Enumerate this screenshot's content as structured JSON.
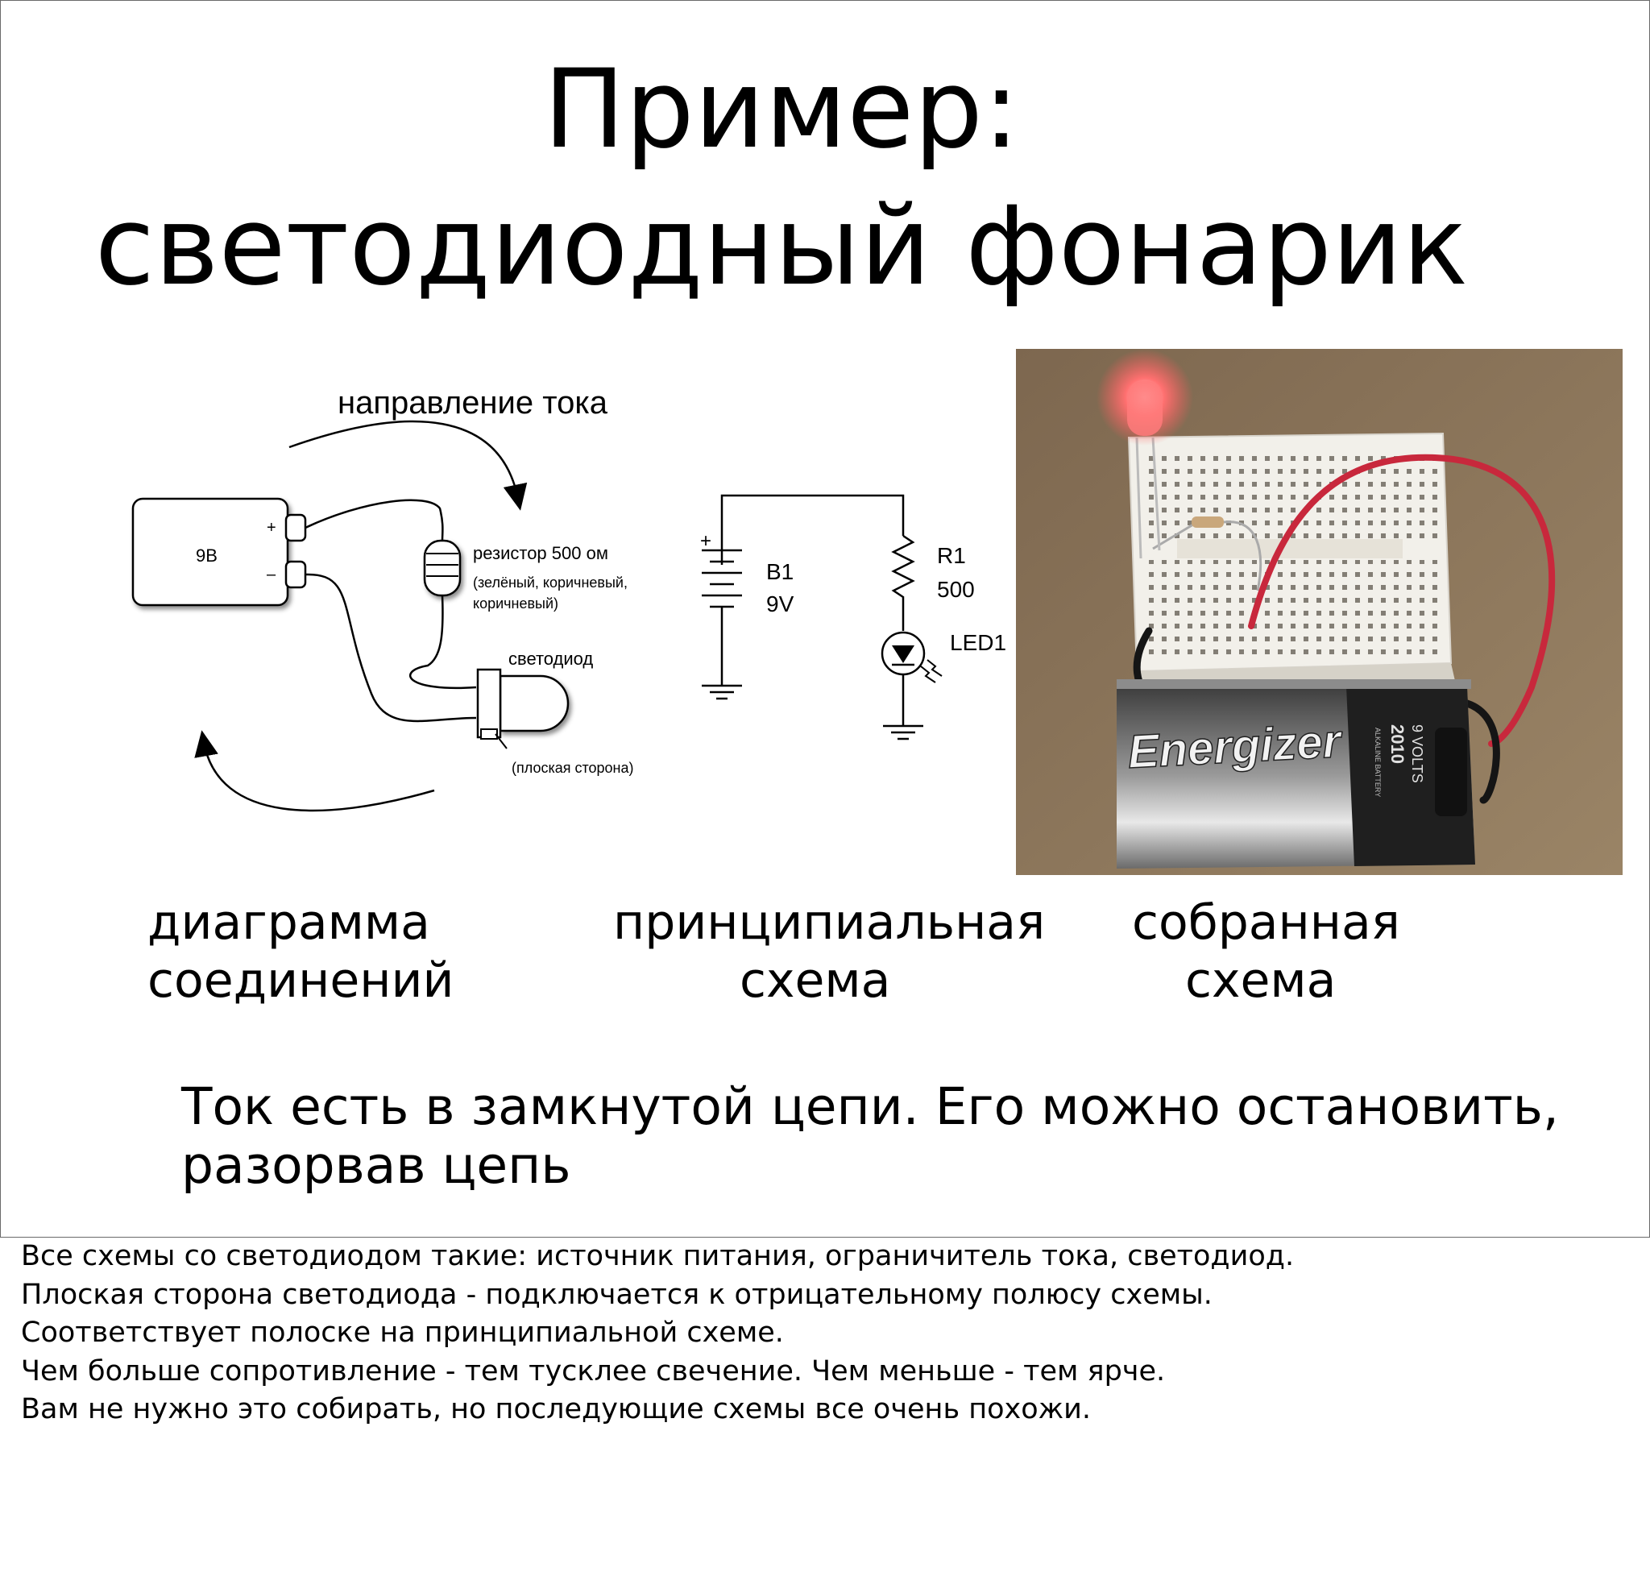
{
  "title": {
    "line1": "Пример:",
    "line2": "светодиодный фонарик"
  },
  "wiring_diagram": {
    "current_direction_label": "направление тока",
    "battery_label": "9В",
    "battery_plus": "+",
    "battery_minus": "–",
    "resistor_label": "резистор 500 ом",
    "resistor_colors_line1": "(зелёный, коричневый,",
    "resistor_colors_line2": "коричневый)",
    "led_label": "светодиод",
    "flat_side_label": "(плоская сторона)"
  },
  "schematic": {
    "plus_sign": "+",
    "battery_name": "B1",
    "battery_value": "9V",
    "resistor_name": "R1",
    "resistor_value": "500",
    "led_name": "LED1"
  },
  "photo": {
    "battery_brand": "Energizer",
    "battery_volts": "9 VOLTS",
    "battery_year": "2010",
    "battery_type": "ALKALINE BATTERY"
  },
  "captions": {
    "diagram_line1": "диаграмма",
    "diagram_line2": "соединений",
    "schematic_line1": "принципиальная",
    "schematic_line2": "схема",
    "assembled_line1": "собранная",
    "assembled_line2": "схема"
  },
  "statement": {
    "line1": "Ток есть в замкнутой цепи. Его можно остановить,",
    "line2": "разорвав цепь"
  },
  "notes": [
    "Все схемы со светодиодом такие: источник питания, ограничитель тока, светодиод.",
    "Плоская сторона светодиода - подключается к отрицательному полюсу схемы.",
    "Соответствует полоске на принципиальной схеме.",
    "Чем больше сопротивление - тем тусклее свечение. Чем меньше - тем ярче.",
    "Вам не нужно это собирать, но последующие схемы все очень похожи."
  ],
  "colors": {
    "wire_red": "#c8283c",
    "led_glow": "#ff5a5a",
    "breadboard": "#f2f0ea",
    "table": "#8a7358"
  }
}
